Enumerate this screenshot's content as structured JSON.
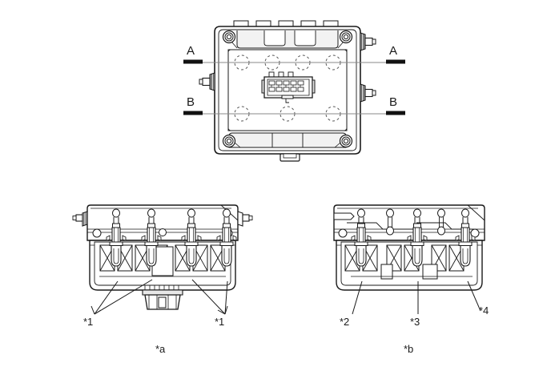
{
  "figure": {
    "title_visible": false,
    "background_color": "#ffffff",
    "line_color": "#1a1a1a",
    "fill_color": "#ffffff",
    "shade_color": "#e8e8e8"
  },
  "top_view": {
    "name": "actuator-top-view",
    "section_lines": [
      {
        "id": "A",
        "label_left": "A",
        "label_right": "A",
        "marker_count": 4
      },
      {
        "id": "B",
        "label_left": "B",
        "label_right": "B",
        "marker_count": 3
      }
    ],
    "hidden_circles_row_a": 4,
    "hidden_circles_row_b": 3,
    "top_tabs": 5,
    "corner_bosses": 4,
    "side_ports_right": 2,
    "side_ports_left": 1,
    "bottom_tab": 1,
    "center_connector": {
      "name": "center-connector",
      "pin_rows": 2
    }
  },
  "section_a": {
    "name": "section-a-a-view",
    "caption": "*a",
    "valve_count": 4,
    "callouts": [
      {
        "text": "*1",
        "side": "left"
      },
      {
        "text": "*1",
        "side": "right"
      }
    ],
    "has_bottom_connector": true,
    "coil_chambers": 7
  },
  "section_b": {
    "name": "section-b-b-view",
    "caption": "*b",
    "valve_count": 3,
    "callouts": [
      {
        "text": "*2",
        "side": "left"
      },
      {
        "text": "*3",
        "side": "center"
      },
      {
        "text": "*4",
        "side": "right"
      }
    ],
    "has_bottom_connector": false,
    "coil_chambers": 6
  },
  "labels": {
    "a_left": "A",
    "a_right": "A",
    "b_left": "B",
    "b_right": "B",
    "star1_left": "*1",
    "star1_right": "*1",
    "star2": "*2",
    "star3": "*3",
    "star4": "*4",
    "caption_a": "*a",
    "caption_b": "*b"
  }
}
